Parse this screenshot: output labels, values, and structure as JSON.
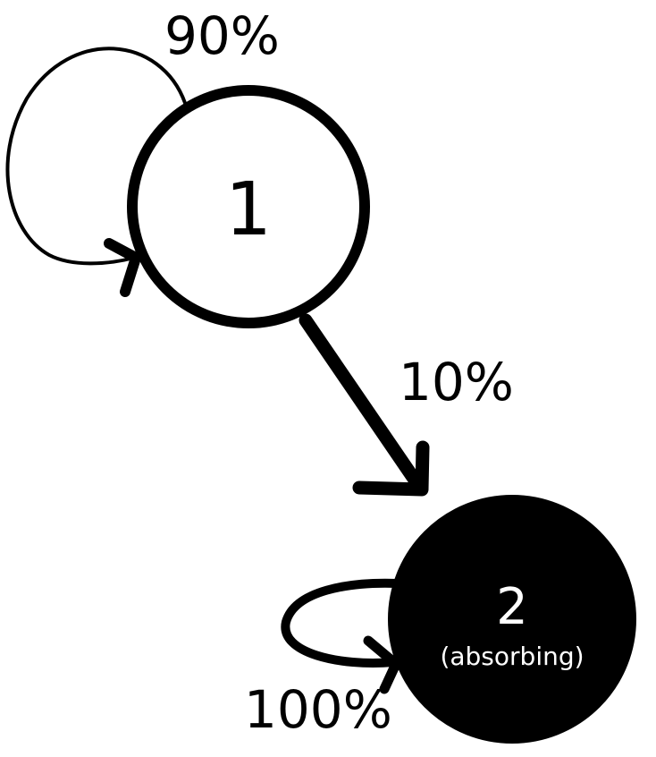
{
  "diagram": {
    "states": [
      {
        "id": "1",
        "label": "1",
        "sublabel": "",
        "fill": "#ffffff",
        "stroke": "#000000"
      },
      {
        "id": "2",
        "label": "2",
        "sublabel": "(absorbing)",
        "fill": "#000000",
        "stroke": "#000000"
      }
    ],
    "transitions": [
      {
        "from": "1",
        "to": "1",
        "label": "90%"
      },
      {
        "from": "1",
        "to": "2",
        "label": "10%"
      },
      {
        "from": "2",
        "to": "2",
        "label": "100%"
      }
    ]
  },
  "colors": {
    "background": "#ffffff",
    "ink": "#000000",
    "absorbing_fill": "#000000",
    "absorbing_text": "#ffffff"
  }
}
